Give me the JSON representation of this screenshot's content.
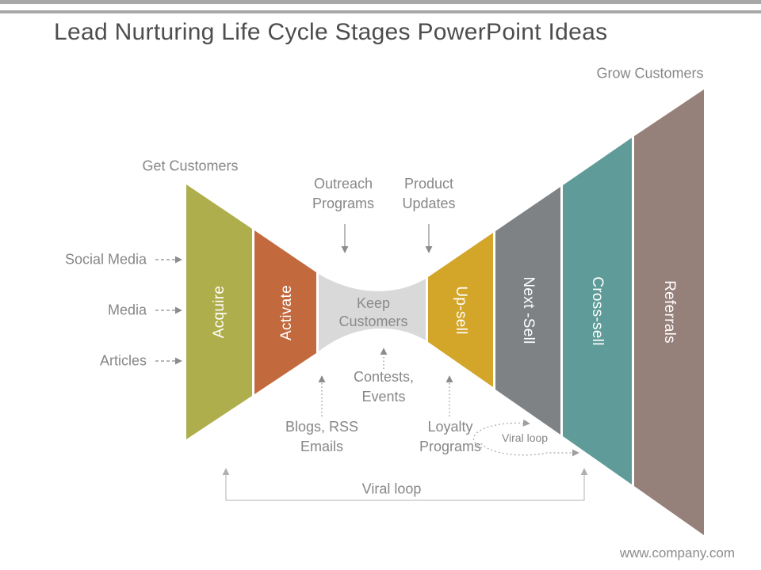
{
  "slide": {
    "title": "Lead Nurturing Life Cycle Stages PowerPoint Ideas",
    "footer": "www.company.com",
    "top_bar_color": "#a8a8a8"
  },
  "funnel": {
    "left_group_label": "Get Customers",
    "right_group_label": "Grow Customers",
    "segments": [
      {
        "id": "acquire",
        "label": "Acquire",
        "color": "#afae4c"
      },
      {
        "id": "activate",
        "label": "Activate",
        "color": "#c2693e"
      },
      {
        "id": "keep-customers",
        "label": "Keep\nCustomers",
        "color": "#d9d9d9"
      },
      {
        "id": "up-sell",
        "label": "Up-sell",
        "color": "#d3a62a"
      },
      {
        "id": "next-sell",
        "label": "Next -Sell",
        "color": "#7f8285"
      },
      {
        "id": "cross-sell",
        "label": "Cross-sell",
        "color": "#5f9b98"
      },
      {
        "id": "referrals",
        "label": "Referrals",
        "color": "#96807a"
      }
    ],
    "input_labels": [
      "Social Media",
      "Media",
      "Articles"
    ],
    "annotations": {
      "outreach": "Outreach\nPrograms",
      "product": "Product\nUpdates",
      "contests": "Contests,\nEvents",
      "blogs": "Blogs, RSS\nEmails",
      "loyalty": "Loyalty\nPrograms",
      "viral_loop_small": "Viral loop",
      "viral_loop_large": "Viral loop"
    }
  }
}
